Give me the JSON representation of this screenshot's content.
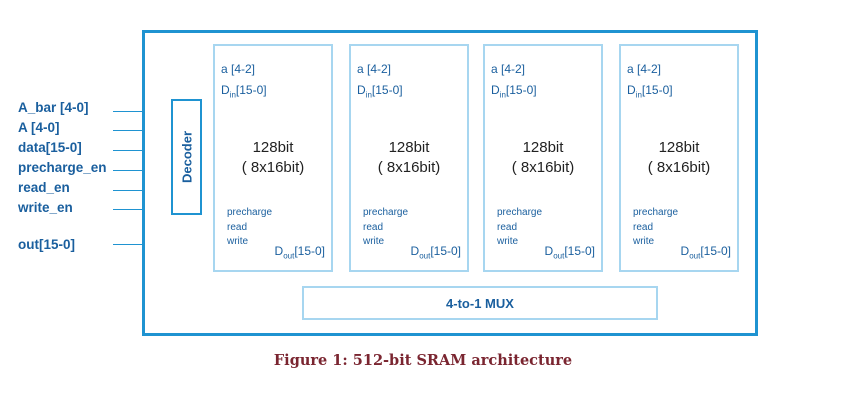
{
  "diagram": {
    "signals": [
      {
        "label": "A_bar [4-0]"
      },
      {
        "label": "A [4-0]"
      },
      {
        "label": "data[15-0]"
      },
      {
        "label": "precharge_en"
      },
      {
        "label": "read_en"
      },
      {
        "label": "write_en"
      },
      {
        "label": "out[15-0]"
      }
    ],
    "decoder_label": "Decoder",
    "banks": [
      {
        "addr": "a [4-2]",
        "din_main": "D",
        "din_sub": "in",
        "din_range": "[15-0]",
        "cap1": "128bit",
        "cap2": "( 8x16bit)",
        "ctl1": "precharge",
        "ctl2": "read",
        "ctl3": "write",
        "dout_main": "D",
        "dout_sub": "out",
        "dout_range": "[15-0]"
      },
      {
        "addr": "a [4-2]",
        "din_main": "D",
        "din_sub": "in",
        "din_range": "[15-0]",
        "cap1": "128bit",
        "cap2": "( 8x16bit)",
        "ctl1": "precharge",
        "ctl2": "read",
        "ctl3": "write",
        "dout_main": "D",
        "dout_sub": "out",
        "dout_range": "[15-0]"
      },
      {
        "addr": "a [4-2]",
        "din_main": "D",
        "din_sub": "in",
        "din_range": "[15-0]",
        "cap1": "128bit",
        "cap2": "( 8x16bit)",
        "ctl1": "precharge",
        "ctl2": "read",
        "ctl3": "write",
        "dout_main": "D",
        "dout_sub": "out",
        "dout_range": "[15-0]"
      },
      {
        "addr": "a [4-2]",
        "din_main": "D",
        "din_sub": "in",
        "din_range": "[15-0]",
        "cap1": "128bit",
        "cap2": "( 8x16bit)",
        "ctl1": "precharge",
        "ctl2": "read",
        "ctl3": "write",
        "dout_main": "D",
        "dout_sub": "out",
        "dout_range": "[15-0]"
      }
    ],
    "mux_label": "4-to-1 MUX",
    "caption": "Figure 1: 512-bit SRAM architecture",
    "colors": {
      "line": "#1f93d1",
      "bank_border": "#a7d6f0",
      "label": "#1a5f9e",
      "caption": "#7a2530"
    }
  }
}
